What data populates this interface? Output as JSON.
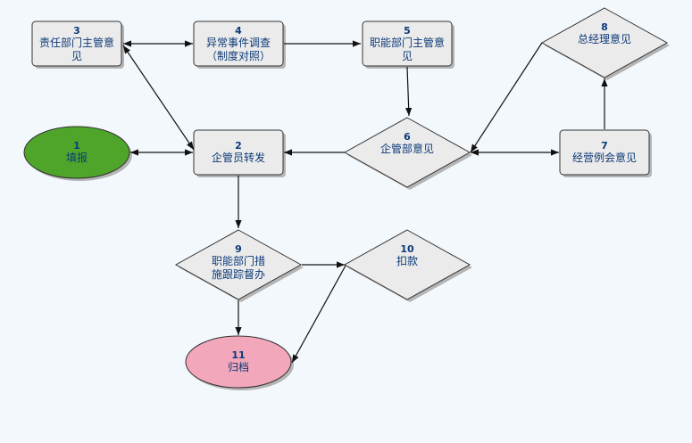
{
  "colors": {
    "background": "#f3f8fd",
    "box_fill": "#ebebeb",
    "box_stroke": "#333333",
    "shadow": "#b5b5b5",
    "text": "#0d3a78",
    "start_fill": "#4ea52a",
    "end_fill": "#f2a7bb",
    "line": "#111111"
  },
  "nodes": [
    {
      "id": "1",
      "num": "1",
      "label": "填报",
      "shape": "ellipse",
      "fill": "start"
    },
    {
      "id": "2",
      "num": "2",
      "label": "企管员转发",
      "shape": "box"
    },
    {
      "id": "3",
      "num": "3",
      "label": "责任部门主管意\n见",
      "shape": "box"
    },
    {
      "id": "4",
      "num": "4",
      "label": "异常事件调查\n（制度对照）",
      "shape": "box"
    },
    {
      "id": "5",
      "num": "5",
      "label": "职能部门主管意\n见",
      "shape": "box"
    },
    {
      "id": "6",
      "num": "6",
      "label": "企管部意见",
      "shape": "diamond"
    },
    {
      "id": "7",
      "num": "7",
      "label": "经营例会意见",
      "shape": "box"
    },
    {
      "id": "8",
      "num": "8",
      "label": "总经理意见",
      "shape": "diamond"
    },
    {
      "id": "9",
      "num": "9",
      "label": "职能部门措\n施跟踪督办",
      "shape": "diamond"
    },
    {
      "id": "10",
      "num": "10",
      "label": "扣款",
      "shape": "diamond"
    },
    {
      "id": "11",
      "num": "11",
      "label": "归档",
      "shape": "ellipse",
      "fill": "end"
    }
  ],
  "edges": [
    {
      "from": "3",
      "to": "4",
      "bidirectional": true
    },
    {
      "from": "4",
      "to": "5",
      "bidirectional": false
    },
    {
      "from": "3",
      "to": "2",
      "bidirectional": true
    },
    {
      "from": "2",
      "to": "1",
      "bidirectional": true
    },
    {
      "from": "5",
      "to": "6",
      "bidirectional": false
    },
    {
      "from": "6",
      "to": "2",
      "bidirectional": false
    },
    {
      "from": "6",
      "to": "7",
      "bidirectional": true
    },
    {
      "from": "7",
      "to": "8",
      "bidirectional": false
    },
    {
      "from": "8",
      "to": "6",
      "bidirectional": false
    },
    {
      "from": "2",
      "to": "9",
      "bidirectional": false
    },
    {
      "from": "9",
      "to": "10",
      "bidirectional": false
    },
    {
      "from": "9",
      "to": "11",
      "bidirectional": false
    },
    {
      "from": "10",
      "to": "11",
      "bidirectional": false
    }
  ]
}
